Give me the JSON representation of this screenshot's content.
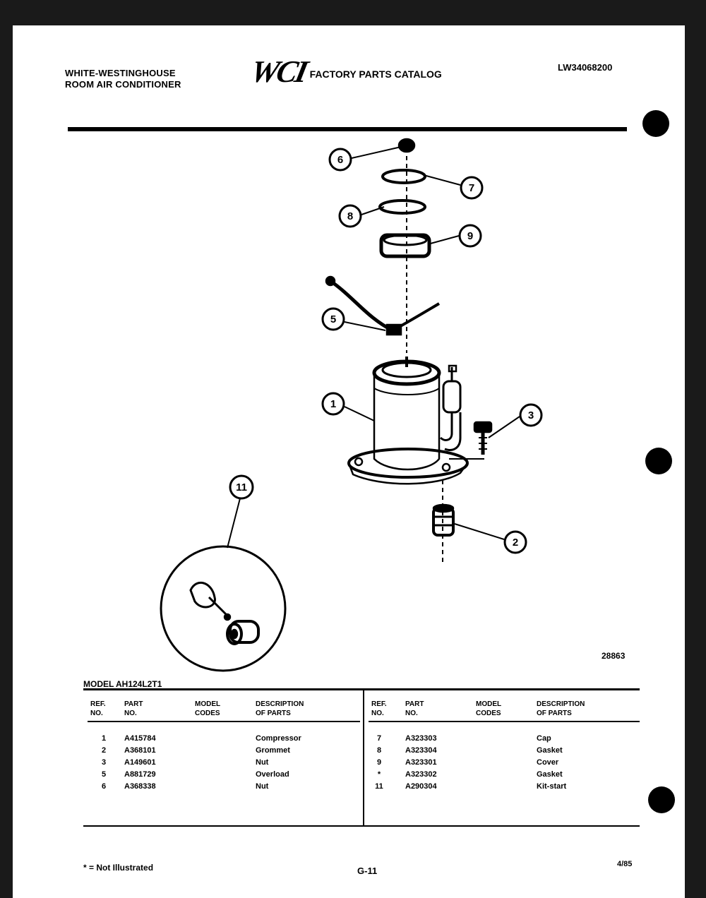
{
  "header": {
    "brand_line1": "WHITE-WESTINGHOUSE",
    "brand_line2": "ROOM AIR CONDITIONER",
    "logo": "WCI",
    "catalog_title": "FACTORY PARTS CATALOG",
    "catalog_number": "LW34068200"
  },
  "diagram": {
    "code": "28863",
    "callouts": [
      "6",
      "7",
      "8",
      "9",
      "5",
      "1",
      "3",
      "2",
      "11"
    ]
  },
  "parts_table": {
    "model_label": "MODEL AH124L2T1",
    "headers": {
      "ref_1": "REF.",
      "ref_2": "NO.",
      "part_1": "PART",
      "part_2": "NO.",
      "model_1": "MODEL",
      "model_2": "CODES",
      "desc_1": "DESCRIPTION",
      "desc_2": "OF PARTS"
    },
    "left_rows": [
      {
        "ref": "1",
        "part": "A415784",
        "desc": "Compressor"
      },
      {
        "ref": "2",
        "part": "A368101",
        "desc": "Grommet"
      },
      {
        "ref": "3",
        "part": "A149601",
        "desc": "Nut"
      },
      {
        "ref": "5",
        "part": "A881729",
        "desc": "Overload"
      },
      {
        "ref": "6",
        "part": "A368338",
        "desc": "Nut"
      }
    ],
    "right_rows": [
      {
        "ref": "7",
        "part": "A323303",
        "desc": "Cap"
      },
      {
        "ref": "8",
        "part": "A323304",
        "desc": "Gasket"
      },
      {
        "ref": "9",
        "part": "A323301",
        "desc": "Cover"
      },
      {
        "ref": "*",
        "part": "A323302",
        "desc": "Gasket"
      },
      {
        "ref": "11",
        "part": "A290304",
        "desc": "Kit-start"
      }
    ]
  },
  "footer": {
    "footnote": "* = Not Illustrated",
    "page_number": "G-11",
    "date": "4/85"
  }
}
